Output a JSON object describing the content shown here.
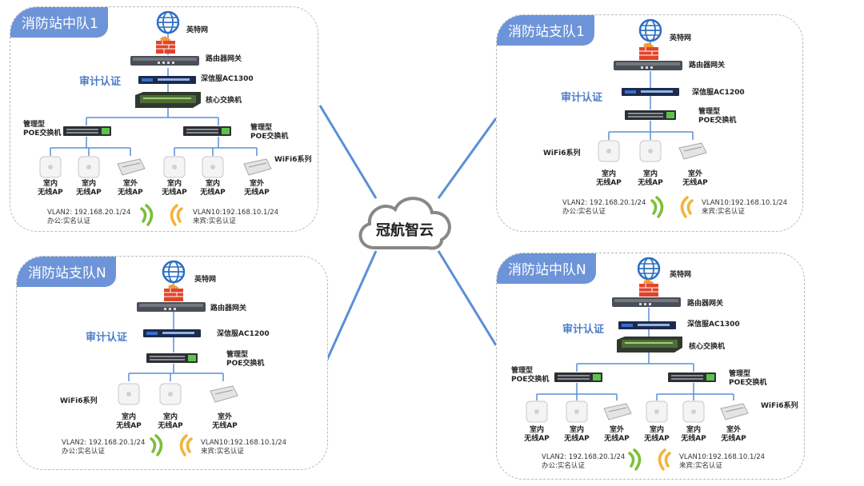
{
  "center": {
    "label": "冠航智云"
  },
  "panels": [
    {
      "title": "消防站中队1",
      "internet": "英特网",
      "router": "路由器网关",
      "audit": "审计认证",
      "ac": "深信服AC1300",
      "core": "核心交换机",
      "poe_left": "管理型\nPOE交换机",
      "poe_right": "管理型\nPOE交换机",
      "wifi": "WiFi6系列",
      "aps": [
        "室内\n无线AP",
        "室内\n无线AP",
        "室外\n无线AP",
        "室内\n无线AP",
        "室内\n无线AP",
        "室外\n无线AP"
      ],
      "vlan_a": "VLAN2: 192.168.20.1/24",
      "vlan_a_sub": "办公:实名认证",
      "vlan_b": "VLAN10:192.168.10.1/24",
      "vlan_b_sub": "来宾:实名认证"
    },
    {
      "title": "消防站支队1",
      "internet": "英特网",
      "router": "路由器网关",
      "audit": "审计认证",
      "ac": "深信服AC1200",
      "poe": "管理型\nPOE交换机",
      "wifi": "WiFi6系列",
      "aps": [
        "室内\n无线AP",
        "室内\n无线AP",
        "室外\n无线AP"
      ],
      "vlan_a": "VLAN2: 192.168.20.1/24",
      "vlan_a_sub": "办公:实名认证",
      "vlan_b": "VLAN10:192.168.10.1/24",
      "vlan_b_sub": "来宾:实名认证"
    },
    {
      "title": "消防站支队N",
      "internet": "英特网",
      "router": "路由器网关",
      "audit": "审计认证",
      "ac": "深信服AC1200",
      "poe": "管理型\nPOE交换机",
      "wifi": "WiFi6系列",
      "aps": [
        "室内\n无线AP",
        "室内\n无线AP",
        "室外\n无线AP"
      ],
      "vlan_a": "VLAN2: 192.168.20.1/24",
      "vlan_a_sub": "办公:实名认证",
      "vlan_b": "VLAN10:192.168.10.1/24",
      "vlan_b_sub": "来宾:实名认证"
    },
    {
      "title": "消防站中队N",
      "internet": "英特网",
      "router": "路由器网关",
      "audit": "审计认证",
      "ac": "深信服AC1300",
      "core": "核心交换机",
      "poe_left": "管理型\nPOE交换机",
      "poe_right": "管理型\nPOE交换机",
      "wifi": "WiFi6系列",
      "aps": [
        "室内\n无线AP",
        "室内\n无线AP",
        "室外\n无线AP",
        "室内\n无线AP",
        "室内\n无线AP",
        "室外\n无线AP"
      ],
      "vlan_a": "VLAN2: 192.168.20.1/24",
      "vlan_a_sub": "办公:实名认证",
      "vlan_b": "VLAN10:192.168.10.1/24",
      "vlan_b_sub": "来宾:实名认证"
    }
  ],
  "colors": {
    "panel_title_bg": "#6d94d8",
    "link": "#5b8fd6",
    "signal_green": "#7cbf3a",
    "signal_orange": "#f3b33a",
    "firewall": "#e0452b"
  }
}
